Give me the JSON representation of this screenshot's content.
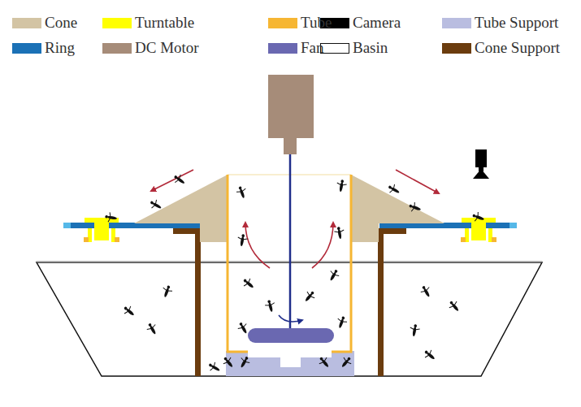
{
  "diagram": {
    "legend": [
      {
        "text": "Cone",
        "color": "#d3c4a4"
      },
      {
        "text": "Turntable",
        "color": "#ffff00"
      },
      {
        "text": "Tube",
        "color": "#f6b633"
      },
      {
        "text": "Camera",
        "color": "#000000"
      },
      {
        "text": "Tube Support",
        "color": "#b9bde0"
      },
      {
        "text": "Ring",
        "color": "#1b71b6"
      },
      {
        "text": "DC Motor",
        "color": "#a68c79"
      },
      {
        "text": "Fan",
        "color": "#6a68b1"
      },
      {
        "text": "Basin",
        "color": "#ffffff"
      },
      {
        "text": "Cone Support",
        "color": "#6b3c0e"
      }
    ]
  }
}
